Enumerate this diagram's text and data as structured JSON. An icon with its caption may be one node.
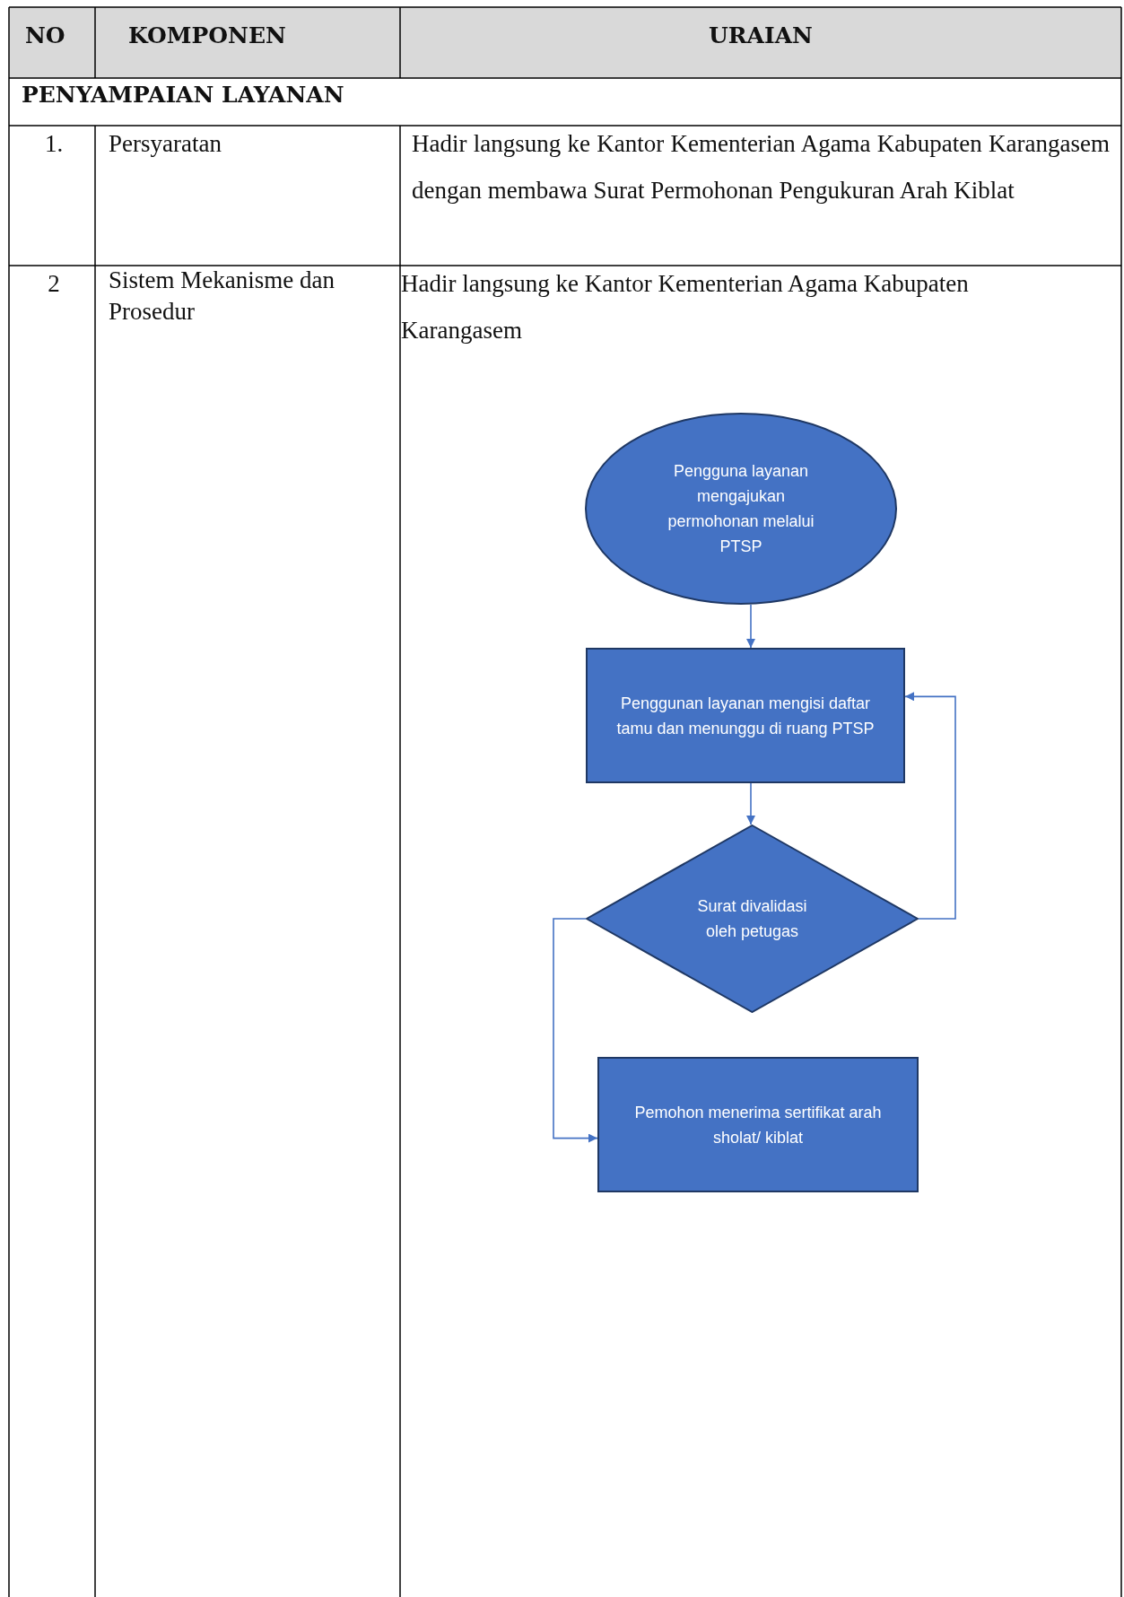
{
  "diagram": {
    "nodes": [
      {
        "text": [
          "Pengguna layanan mengajukan permohonan melalui PTSP"
        ]
      },
      {
        "text": [
          "Penggunan layanan mengisi daftar tamu dan menunggu di ruang PTSP"
        ]
      },
      {
        "text": [
          "Surat divalidasi oleh petugas"
        ]
      },
      {
        "text": [
          "Pemohon menerima sertifikat arah sholat/ kiblat"
        ]
      }
    ],
    "edges": [
      {
        "from": 0,
        "to": 1,
        "arrow": "to"
      },
      {
        "from": 1,
        "to": 2,
        "arrow": "to"
      },
      {
        "from": 2,
        "to": 1,
        "arrow": "to"
      },
      {
        "from": 2,
        "to": 3,
        "arrow": "to"
      }
    ],
    "labels": [
      "NO",
      "KOMPONEN",
      "URAIAN",
      "PENYAMPAIAN LAYANAN",
      "1.",
      "Persyaratan",
      "Hadir langsung ke Kantor Kementerian Agama Kabupaten Karangasem dengan membawa Surat Permohonan Pengukuran Arah Kiblat",
      "2",
      "Sistem Mekanisme dan Prosedur",
      "Hadir langsung ke Kantor Kementerian Agama Kabupaten Karangasem"
    ]
  }
}
